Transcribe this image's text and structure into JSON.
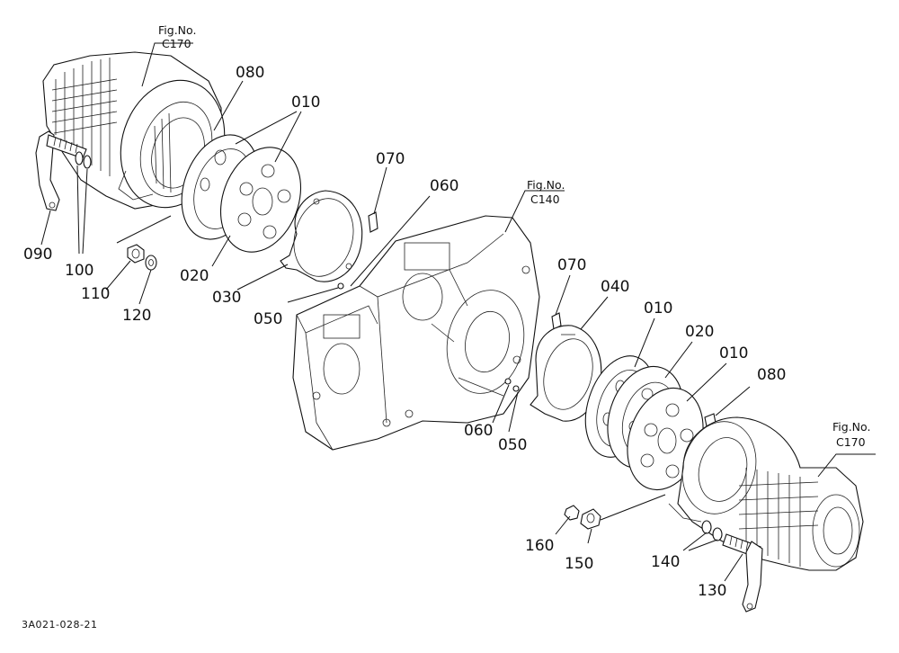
{
  "drawing_code": "3A021-028-21",
  "figure_refs": [
    {
      "id": "c170_top",
      "prefix": "Fig.No.",
      "code": "C170"
    },
    {
      "id": "c140",
      "prefix": "Fig.No.",
      "code": "C140"
    },
    {
      "id": "c170_right",
      "prefix": "Fig.No.",
      "code": "C170"
    }
  ],
  "callouts": [
    {
      "id": "p080_left",
      "text": "080"
    },
    {
      "id": "p010_left",
      "text": "010"
    },
    {
      "id": "p070_left",
      "text": "070"
    },
    {
      "id": "p060_left",
      "text": "060"
    },
    {
      "id": "p090",
      "text": "090"
    },
    {
      "id": "p100",
      "text": "100"
    },
    {
      "id": "p110",
      "text": "110"
    },
    {
      "id": "p120",
      "text": "120"
    },
    {
      "id": "p020_left",
      "text": "020"
    },
    {
      "id": "p030",
      "text": "030"
    },
    {
      "id": "p050_left",
      "text": "050"
    },
    {
      "id": "p070_right",
      "text": "070"
    },
    {
      "id": "p040",
      "text": "040"
    },
    {
      "id": "p010_right_a",
      "text": "010"
    },
    {
      "id": "p020_right",
      "text": "020"
    },
    {
      "id": "p010_right_b",
      "text": "010"
    },
    {
      "id": "p080_right",
      "text": "080"
    },
    {
      "id": "p060_right",
      "text": "060"
    },
    {
      "id": "p050_right",
      "text": "050"
    },
    {
      "id": "p160",
      "text": "160"
    },
    {
      "id": "p150",
      "text": "150"
    },
    {
      "id": "p140",
      "text": "140"
    },
    {
      "id": "p130",
      "text": "130"
    }
  ]
}
